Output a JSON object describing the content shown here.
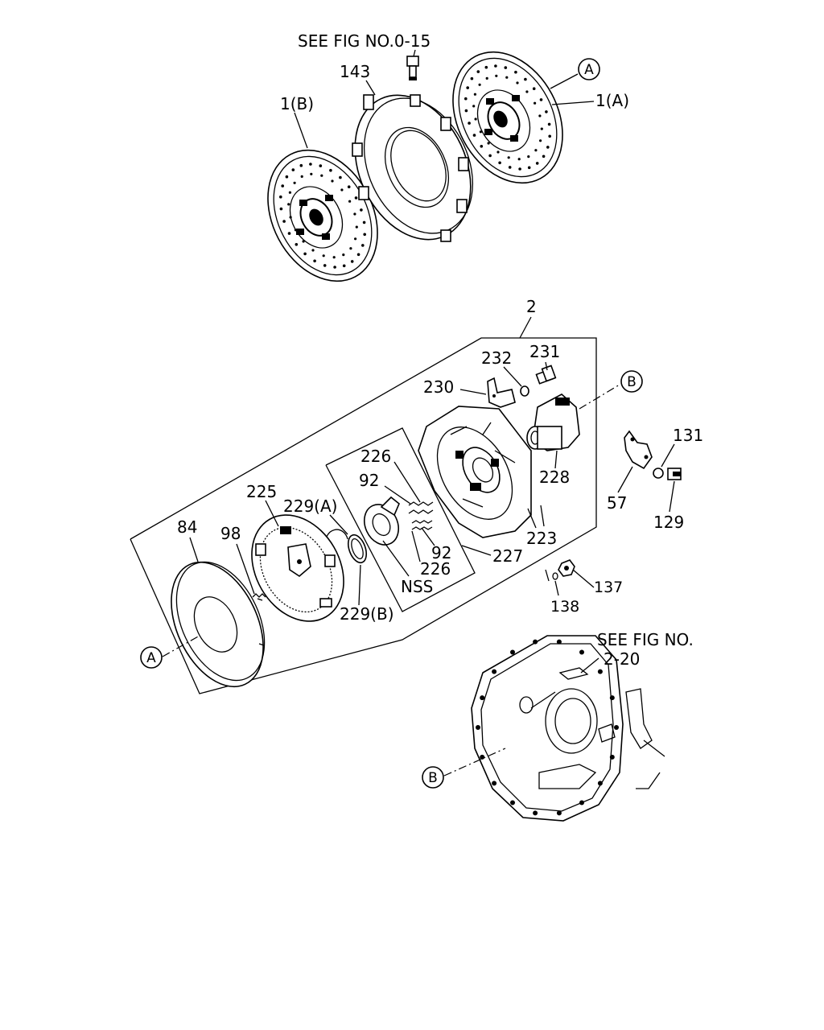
{
  "figure": {
    "references": {
      "top": "SEE FIG NO.0-15",
      "bottom_line1": "SEE FIG NO.",
      "bottom_line2": "2-20"
    },
    "part_labels": {
      "p143": "143",
      "p1B": "1(B)",
      "p1A": "1(A)",
      "p2": "2",
      "p232": "232",
      "p231": "231",
      "p230": "230",
      "p228": "228",
      "p131": "131",
      "p57": "57",
      "p129": "129",
      "p226a": "226",
      "p92a": "92",
      "p225": "225",
      "p229A": "229(A)",
      "p84": "84",
      "p98": "98",
      "p92b": "92",
      "p226b": "226",
      "pNSS": "NSS",
      "p223": "223",
      "p227": "227",
      "p229B": "229(B)",
      "p137": "137",
      "p138": "138"
    },
    "callouts": {
      "A_top": "A",
      "B_right": "B",
      "A_left": "A",
      "B_bottom": "B"
    }
  }
}
